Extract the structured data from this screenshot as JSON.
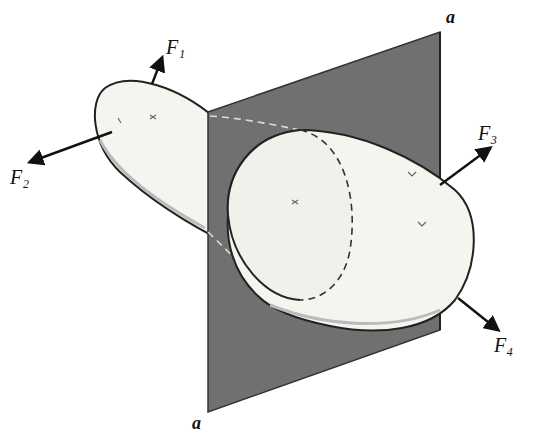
{
  "diagram": {
    "labels": [
      "F₁",
      "F₂",
      "F₃",
      "F₄",
      "a",
      "a"
    ]
  }
}
